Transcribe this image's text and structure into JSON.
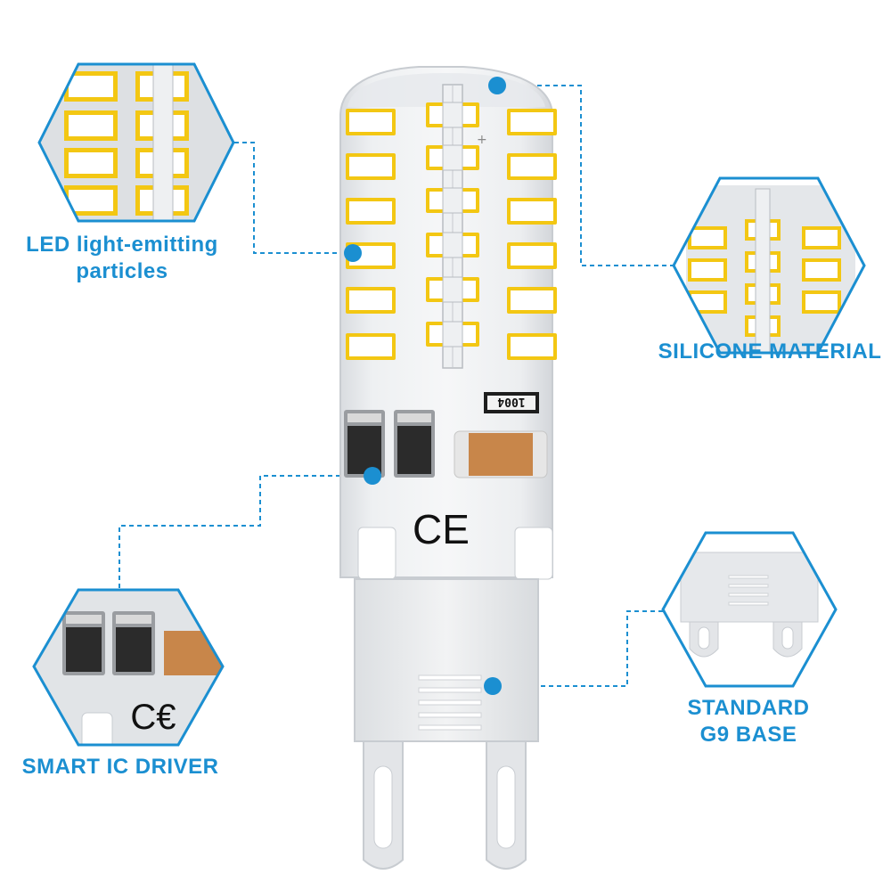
{
  "labels": {
    "led_line1": "LED light-emitting",
    "led_line2": "particles",
    "silicone": "SILICONE MATERIAL",
    "ic": "SMART IC DRIVER",
    "base_line1": "STANDARD",
    "base_line2": "G9 BASE"
  },
  "chip_marking": "1004",
  "ce_mark": "CE",
  "colors": {
    "accent": "#1b8fd1",
    "led_chip": "#ffffff",
    "led_border": "#f3c713",
    "ic_chip": "#2b2b2b",
    "resistor": "#c8864a"
  }
}
